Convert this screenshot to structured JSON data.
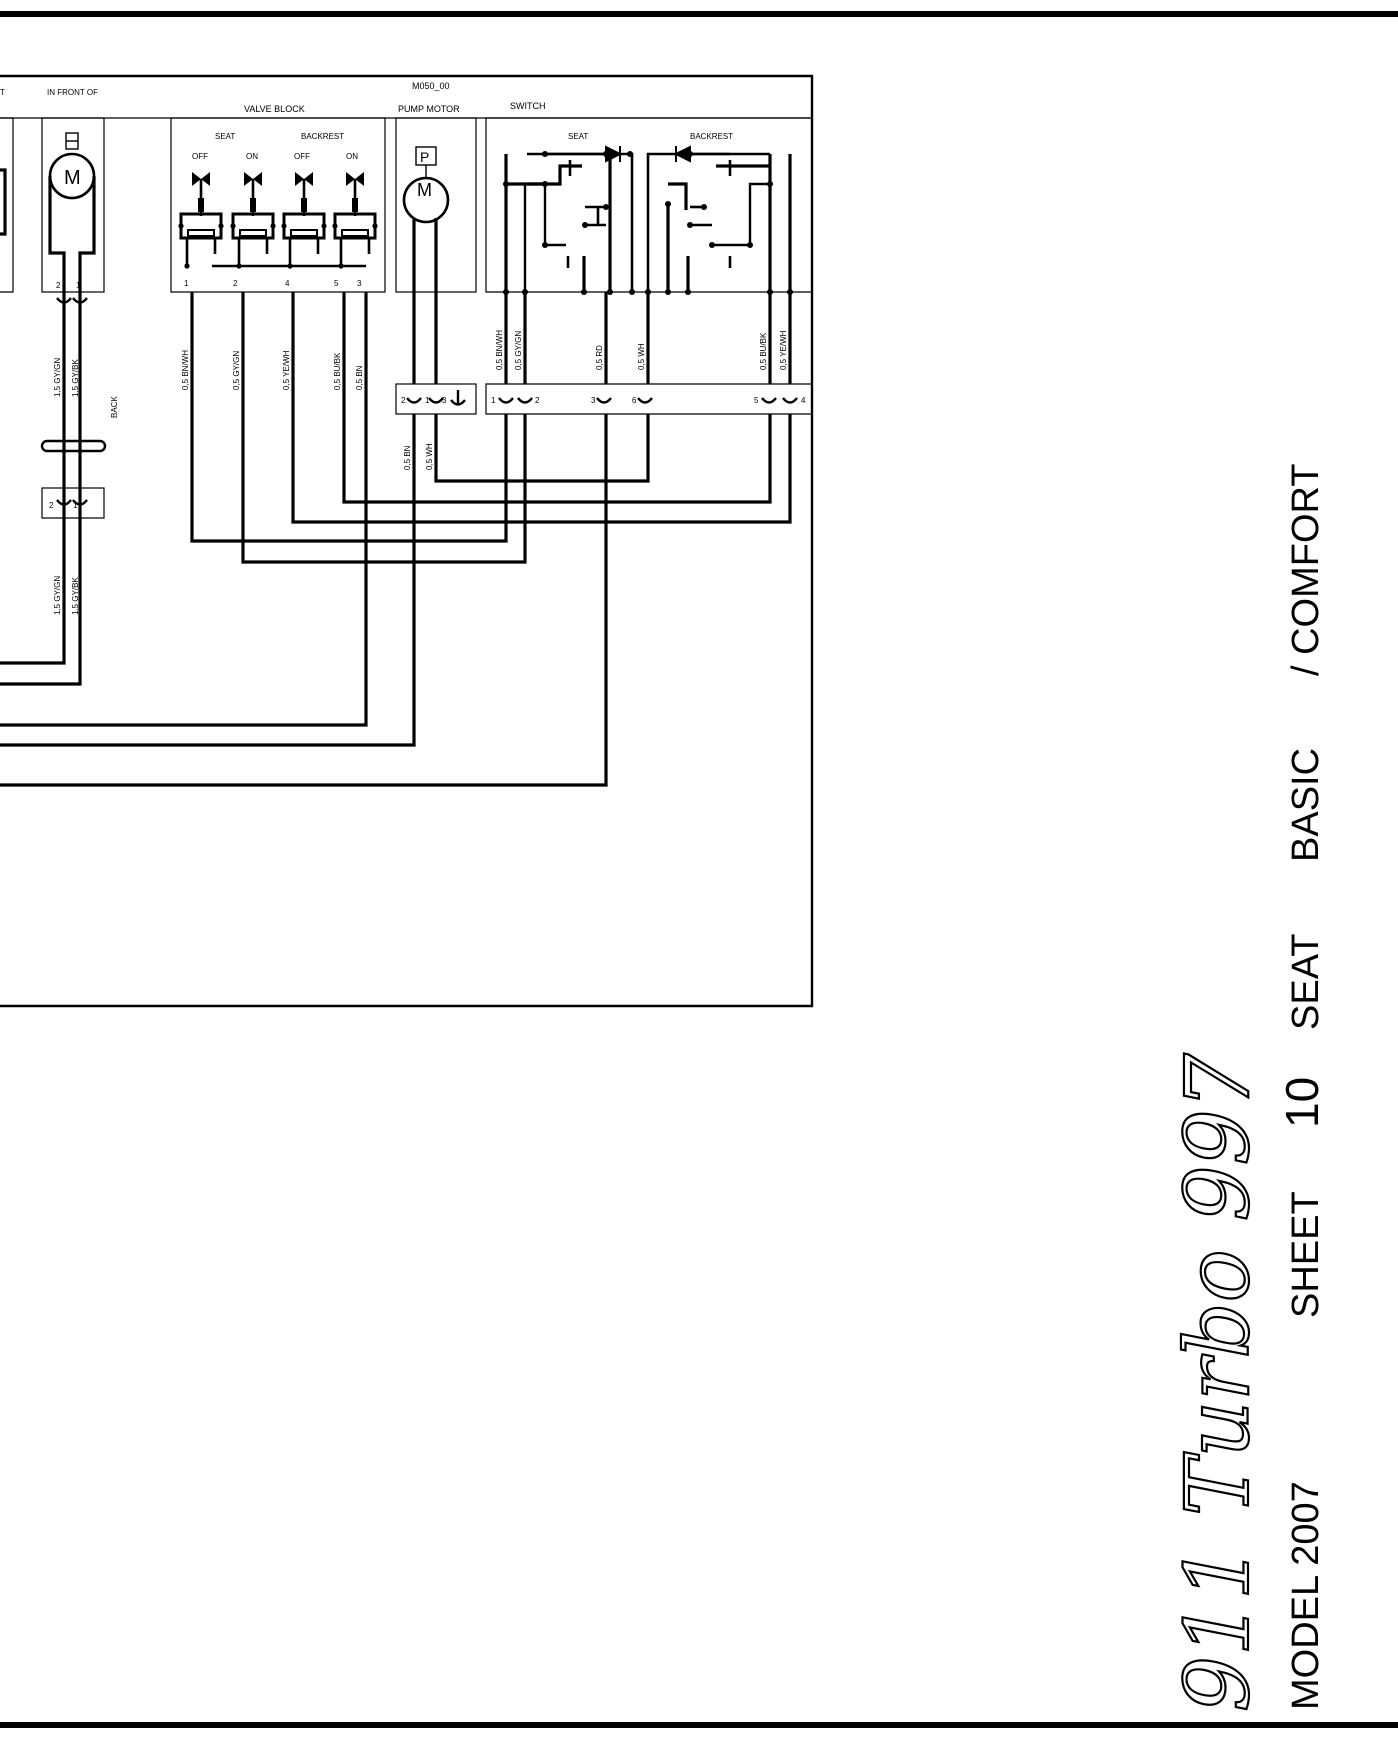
{
  "labels": {
    "front_left_cut": "T",
    "in_front_of": "IN FRONT OF",
    "module_code": "M050_00",
    "valve_block": "VALVE BLOCK",
    "pump_motor": "PUMP MOTOR",
    "switch": "SWITCH",
    "seat": "SEAT",
    "backrest": "BACKREST",
    "off": "OFF",
    "on": "ON",
    "pump_p": "P",
    "pump_m": "M",
    "motor_m": "M",
    "back": "BACK"
  },
  "wires": {
    "gy_gn_15": "1,5 GY/GN",
    "gy_bk_15": "1,5 GY/BK",
    "bn_wh": "0,5 BN/WH",
    "gy_gn": "0,5 GY/GN",
    "ye_wh": "0,5 YE/WH",
    "bu_bk": "0,5 BU/BK",
    "bn": "0,5 BN",
    "wh": "0,5 WH",
    "rd": "0,5 RD"
  },
  "pins": {
    "m_2": "2",
    "m_1": "1",
    "v_1": "1",
    "v_2": "2",
    "v_4": "4",
    "v_5": "5",
    "v_3": "3",
    "p_2": "2",
    "p_1": "1",
    "p_3": "3",
    "s_1": "1",
    "s_2": "2",
    "s_3": "3",
    "s_6": "6",
    "s_5": "5",
    "s_4": "4",
    "c_2": "2",
    "c_1": "1"
  },
  "title": {
    "logo": "911 Turbo 997",
    "model": "MODEL 2007",
    "sheet_word": "SHEET",
    "sheet_no": "10",
    "seat": "SEAT",
    "basic": "BASIC",
    "comfort": "/ COMFORT"
  }
}
